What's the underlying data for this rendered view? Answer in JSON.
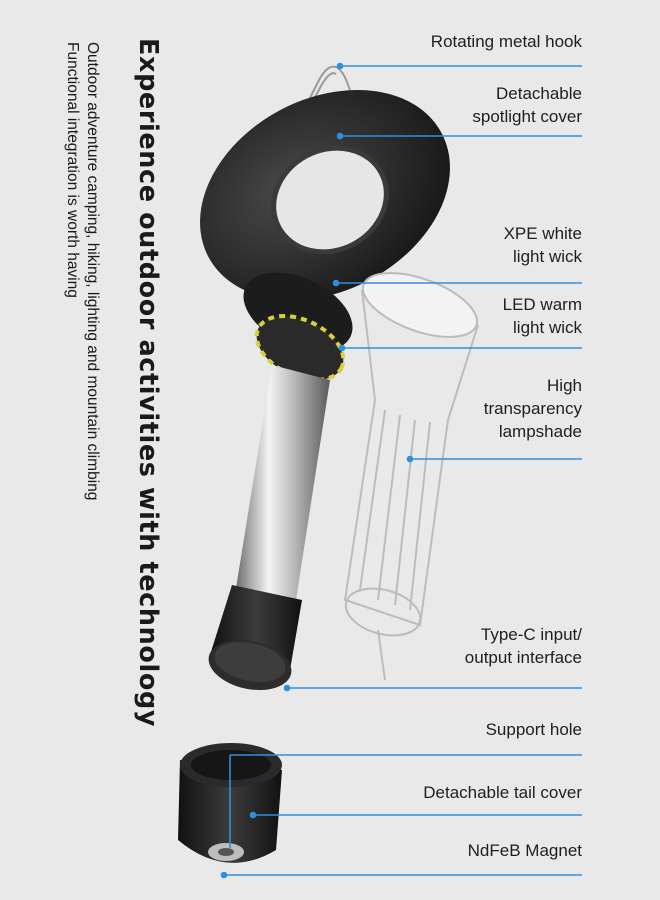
{
  "title": "Experience outdoor activities with technology",
  "subtitle_line1": "Outdoor adventure camping, hiking, lighting and mountain climbing",
  "subtitle_line2": "Functional integration is worth having",
  "callouts": [
    {
      "lines": [
        "Rotating metal hook"
      ]
    },
    {
      "lines": [
        "Detachable",
        "spotlight cover"
      ]
    },
    {
      "lines": [
        "XPE white",
        "light wick"
      ]
    },
    {
      "lines": [
        "LED warm",
        "light wick"
      ]
    },
    {
      "lines": [
        "High",
        "transparency",
        "lampshade"
      ]
    },
    {
      "lines": [
        "Type-C input/",
        "output interface"
      ]
    },
    {
      "lines": [
        "Support hole"
      ]
    },
    {
      "lines": [
        "Detachable tail cover"
      ]
    },
    {
      "lines": [
        "NdFeB Magnet"
      ]
    }
  ],
  "colors": {
    "leader_line": "#2f8fde",
    "background": "#e9e9e9",
    "product_dark": "#222222"
  }
}
